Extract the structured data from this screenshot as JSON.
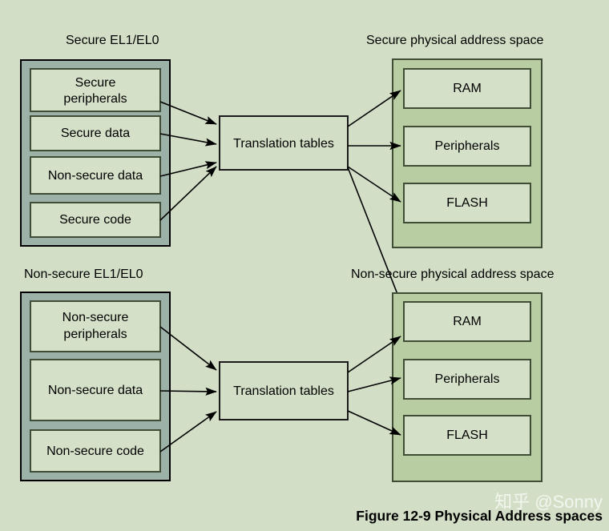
{
  "figure": {
    "background_color": "#d2dfc6",
    "caption": "Figure 12-9 Physical Address spaces",
    "watermark": "知乎 @Sonny"
  },
  "colors": {
    "page_background": "#d2dfc6",
    "group_container_fill": "#9cb2a8",
    "address_space_fill": "#b9cda3",
    "item_fill": "#d4e0c7",
    "outline": "#3f4d36",
    "arrow": "#000000"
  },
  "secure_world": {
    "label": "Secure EL1/EL0",
    "items": [
      {
        "label_line1": "Secure",
        "label_line2": "peripherals",
        "label": "Secure peripherals"
      },
      {
        "label_line1": "Secure data",
        "label_line2": "",
        "label": "Secure data"
      },
      {
        "label_line1": "Non-secure data",
        "label_line2": "",
        "label": "Non-secure data"
      },
      {
        "label_line1": "Secure code",
        "label_line2": "",
        "label": "Secure code"
      }
    ]
  },
  "nonsecure_world": {
    "label": "Non-secure EL1/EL0",
    "items": [
      {
        "label_line1": "Non-secure",
        "label_line2": "peripherals",
        "label": "Non-secure peripherals"
      },
      {
        "label_line1": "Non-secure data",
        "label_line2": "",
        "label": "Non-secure data"
      },
      {
        "label_line1": "Non-secure code",
        "label_line2": "",
        "label": "Non-secure code"
      }
    ]
  },
  "translation": {
    "secure_label": "Translation tables",
    "nonsecure_label": "Translation tables"
  },
  "secure_address_space": {
    "label": "Secure physical address space",
    "regions": [
      {
        "label": "RAM"
      },
      {
        "label": "Peripherals"
      },
      {
        "label": "FLASH"
      }
    ]
  },
  "nonsecure_address_space": {
    "label": "Non-secure physical address space",
    "regions": [
      {
        "label": "RAM"
      },
      {
        "label": "Peripherals"
      },
      {
        "label": "FLASH"
      }
    ]
  }
}
